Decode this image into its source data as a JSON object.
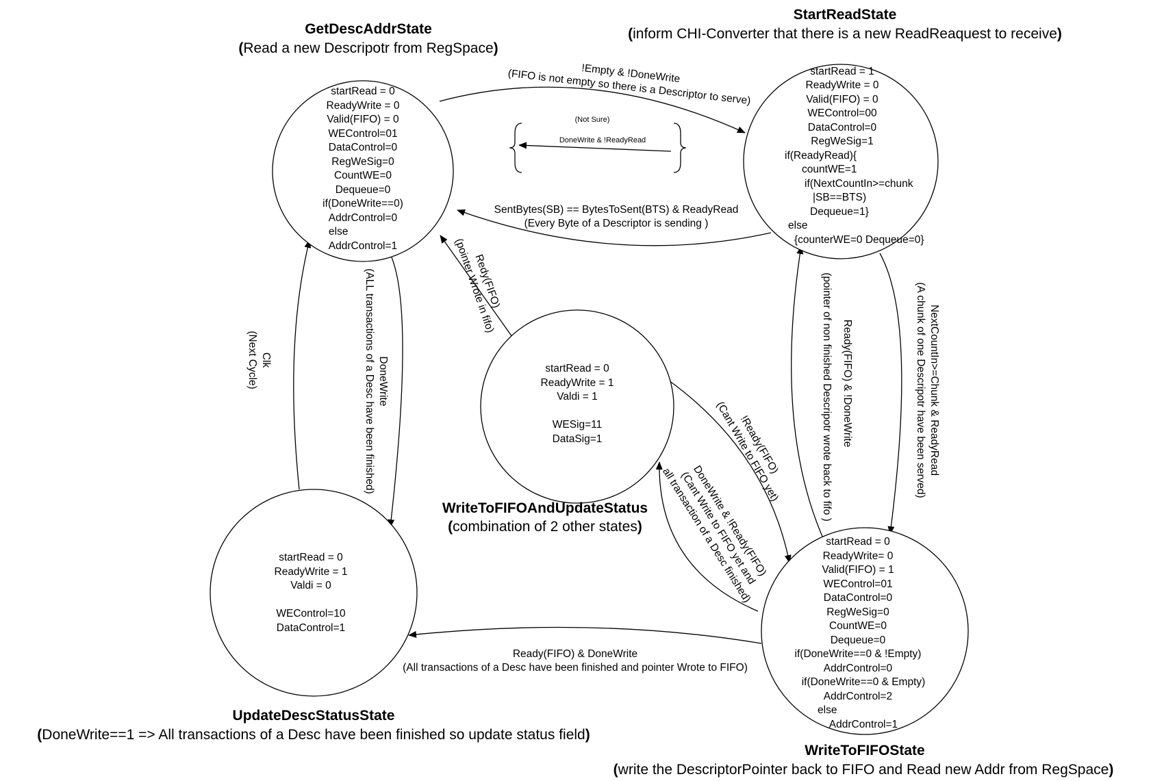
{
  "states": {
    "get_desc": {
      "title": "GetDescAddrState",
      "subtitle": "Read a new Descripotr from RegSpace",
      "lines": [
        "startRead = 0",
        "ReadyWrite = 0",
        "Valid(FIFO) = 0",
        "WEControl=01",
        "DataControl=0",
        "RegWeSig=0",
        "CountWE=0",
        "Dequeue=0",
        "if(DoneWrite==0)",
        "AddrControl=0",
        "else",
        "AddrControl=1"
      ]
    },
    "start_read": {
      "title": "StartReadState",
      "subtitle": "inform CHI-Converter that there is a new ReadReaquest to receive",
      "lines": [
        "startRead = 1",
        "ReadyWrite = 0",
        "Valid(FIFO) = 0",
        "WEControl=00",
        "DataControl=0",
        "RegWeSig=1",
        "if(ReadyRead){",
        "countWE=1",
        "if(NextCountIn>=chunk",
        "|SB==BTS)",
        "Dequeue=1}",
        "else",
        "{counterWE=0 Dequeue=0}"
      ]
    },
    "write_update": {
      "title": "WriteToFIFOAndUpdateStatus",
      "subtitle": "combination of 2 other states",
      "lines": [
        "startRead = 0",
        "ReadyWrite = 1",
        "Valdi = 1",
        "",
        "WESig=11",
        "DataSig=1"
      ]
    },
    "update_desc": {
      "title": "UpdateDescStatusState",
      "subtitle": "DoneWrite==1 => All transactions of a Desc have been finished so update status field",
      "lines": [
        "startRead = 0",
        "ReadyWrite = 1",
        "Valdi = 0",
        "",
        "WEControl=10",
        "DataControl=1"
      ]
    },
    "write_fifo": {
      "title": "WriteToFIFOState",
      "subtitle": "write the DescriptorPointer back to FIFO and Read new Addr from RegSpace",
      "lines": [
        "startRead = 0",
        "ReadyWrite= 0",
        "Valid(FIFO) = 1",
        "WEControl=01",
        "DataControl=0",
        "RegWeSig=0",
        "CountWE=0",
        "Dequeue=0",
        "if(DoneWrite==0 & !Empty)",
        "AddrControl=0",
        "if(DoneWrite==0 & Empty)",
        "AddrControl=2",
        "else",
        "AddrControl=1"
      ]
    }
  },
  "transitions": {
    "get_to_start": {
      "line1": "!Empty & !DoneWrite",
      "line2": "(FIFO is not empty so there is a Descriptor to serve)"
    },
    "not_sure": {
      "line1": "(Not Sure)",
      "line2": "DoneWrite & !ReadyRead"
    },
    "start_to_get": {
      "line1": "SentBytes(SB) == BytesToSent(BTS) & ReadyRead",
      "line2": "(Every Byte of a Descriptor is sending )"
    },
    "mid_to_get": {
      "line1": "Redy(FIFO)",
      "line2": "(pointer Wrote in fifo)"
    },
    "get_to_update": {
      "line1": "DoneWrite",
      "line2": "(ALL transactions of a Desc have been finished)"
    },
    "update_to_get": {
      "line1": "Clk",
      "line2": "(Next Cycle)"
    },
    "start_to_wf": {
      "line1": "NextCountIn>=Chunk & ReadyRead",
      "line2": "(A chunk of one Descripotr have been served)"
    },
    "wf_to_start": {
      "line1": "Ready(FIFO) & !DoneWrite",
      "line2": "(pointer of non finished Descripotr wrote back to fifo )"
    },
    "mid_to_wf": {
      "line1": "!Ready(FIFO)",
      "line2": "(Cant Write to FIFO yet)"
    },
    "wf_to_mid": {
      "line1": "DoneWrite & !Ready(FIFO)",
      "line2": "(Cant Write to FIFO yet and",
      "line3": "all transaction of a Desc finished)"
    },
    "wf_to_update": {
      "line1": "Ready(FIFO) & DoneWrite",
      "line2": "(All transactions of a Desc have been finished and pointer Wrote to FIFO)"
    }
  }
}
